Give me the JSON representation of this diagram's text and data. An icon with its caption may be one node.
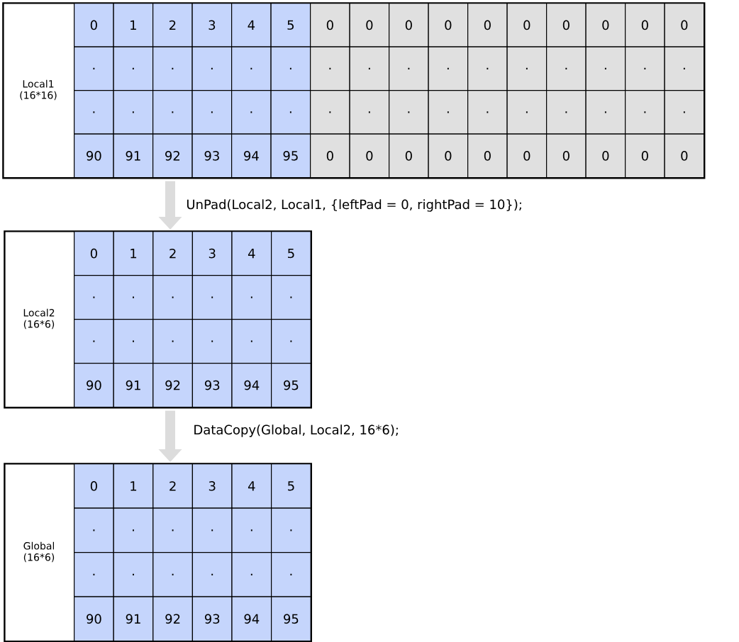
{
  "diagram": {
    "nodes": [
      {
        "text": [
          "Local1 (16*16)"
        ]
      },
      {
        "text": [
          "Local2 (16*6)"
        ]
      },
      {
        "text": [
          "Global (16*6)"
        ]
      }
    ],
    "edges": [
      {
        "from": 0,
        "to": 1,
        "arrow": "to",
        "label": "UnPad(Local2, Local1, {leftPad = 0, rightPad = 10});"
      },
      {
        "from": 1,
        "to": 2,
        "arrow": "to",
        "label": "DataCopy(Global, Local2, 16*6);"
      }
    ],
    "labels": [
      "0",
      "1",
      "2",
      "3",
      "4",
      "5",
      "0",
      "0",
      "0",
      "0",
      "0",
      "0",
      "0",
      "0",
      "0",
      "0",
      ".",
      ".",
      ".",
      ".",
      ".",
      ".",
      ".",
      ".",
      ".",
      ".",
      ".",
      ".",
      ".",
      ".",
      ".",
      ".",
      ".",
      ".",
      ".",
      ".",
      ".",
      ".",
      ".",
      ".",
      ".",
      ".",
      ".",
      ".",
      ".",
      ".",
      ".",
      ".",
      "90",
      "91",
      "92",
      "93",
      "94",
      "95",
      "0",
      "0",
      "0",
      "0",
      "0",
      "0",
      "0",
      "0",
      "0",
      "0",
      "0",
      "1",
      "2",
      "3",
      "4",
      "5",
      ".",
      ".",
      ".",
      ".",
      ".",
      ".",
      ".",
      ".",
      ".",
      ".",
      ".",
      ".",
      "90",
      "91",
      "92",
      "93",
      "94",
      "95",
      "0",
      "1",
      "2",
      "3",
      "4",
      "5",
      ".",
      ".",
      ".",
      ".",
      ".",
      ".",
      ".",
      ".",
      ".",
      ".",
      ".",
      ".",
      "90",
      "91",
      "92",
      "93",
      "94",
      "95"
    ]
  }
}
